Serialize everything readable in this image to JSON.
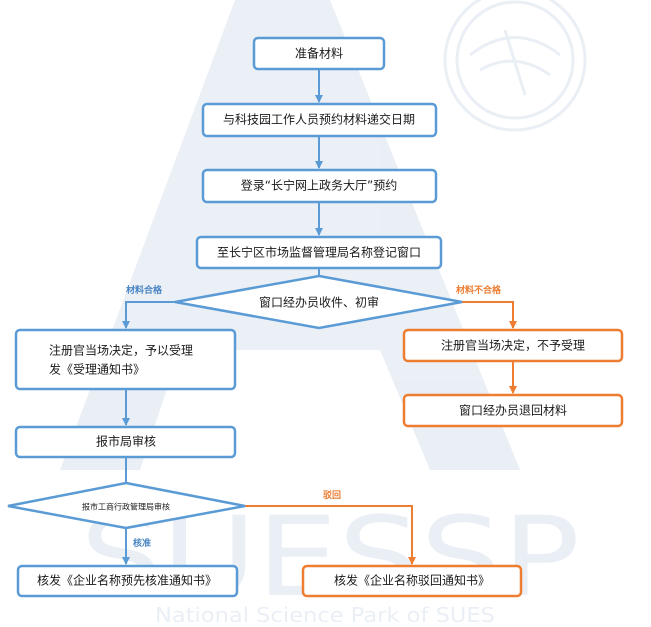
{
  "watermark": {
    "big": "SUESSP",
    "sub": "National Science Park of SUES"
  },
  "colors": {
    "blue": "#5b9bd5",
    "orange": "#ed7d31",
    "label_blue": "#4a86c5",
    "label_orange": "#ed7d31"
  },
  "nodes": {
    "n1": "准备材料",
    "n2": "与科技园工作人员预约材料递交日期",
    "n3": "登录“长宁网上政务大厅”预约",
    "n4": "至长宁区市场监督管理局名称登记窗口",
    "d1": "窗口经办员收件、初审",
    "n5_line1": "注册官当场决定，予以受理",
    "n5_line2": "发《受理通知书》",
    "n6": "注册官当场决定，不予受理",
    "n7": "窗口经办员退回材料",
    "n8": "报市局审核",
    "d2": "报市工商行政管理局审核",
    "n9": "核发《企业名称预先核准通知书》",
    "n10": "核发《企业名称驳回通知书》"
  },
  "edge_labels": {
    "pass": "材料合格",
    "fail": "材料不合格",
    "approve": "核准",
    "reject": "驳回"
  }
}
